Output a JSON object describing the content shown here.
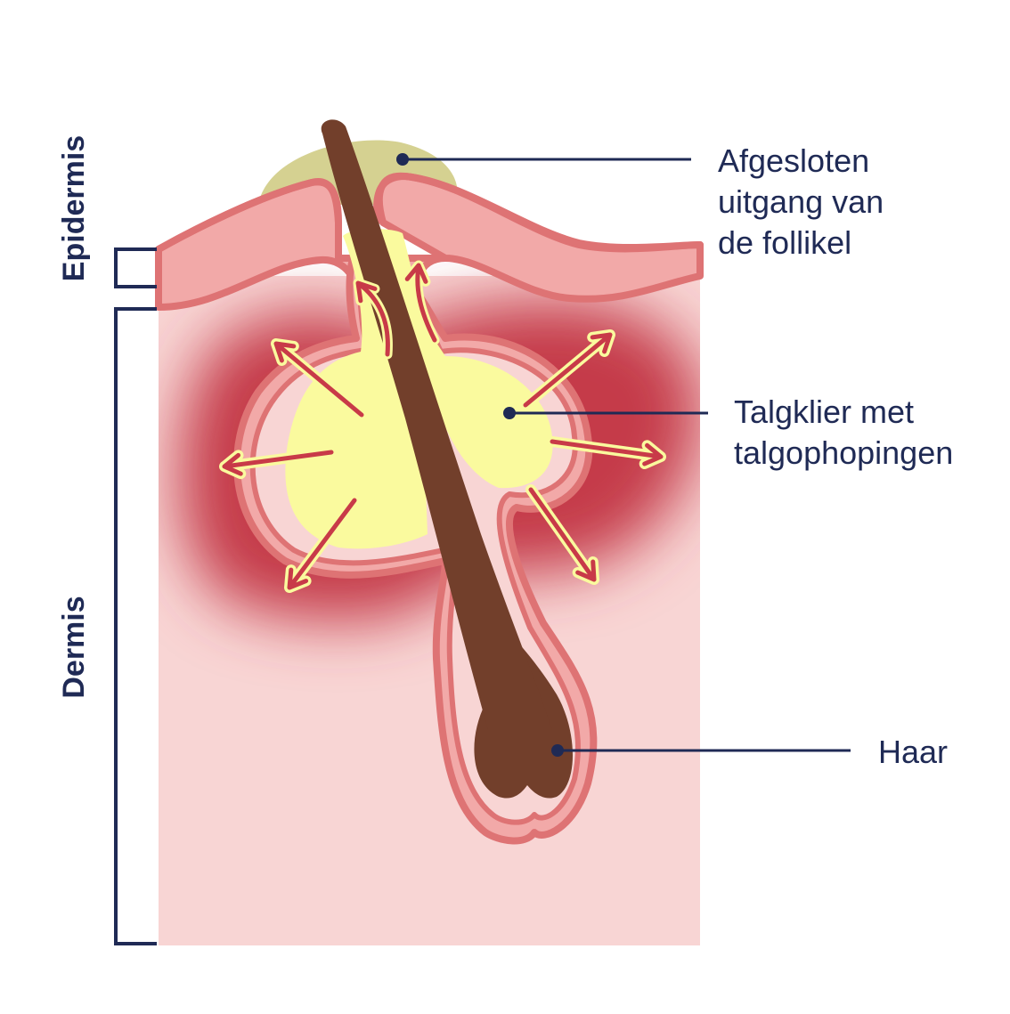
{
  "labels": {
    "exit": [
      "Afgesloten",
      "uitgang van",
      "de follikel"
    ],
    "gland": [
      "Talgklier met",
      "talgophopingen"
    ],
    "hair": "Haar",
    "epidermis": "Epidermis",
    "dermis": "Dermis"
  },
  "colors": {
    "text": "#1f2a55",
    "dermis": "#f8d5d4",
    "epidermis": "#f2a9a8",
    "tissue_border": "#de7374",
    "inflammation": "#c53a48",
    "sebum": "#fafa9e",
    "plug": "#d5d191",
    "hair": "#723f2b",
    "arrow": "#c83a48"
  },
  "icons": [
    "outward-arrow-icon",
    "pointer-dot-icon",
    "bracket-icon"
  ]
}
